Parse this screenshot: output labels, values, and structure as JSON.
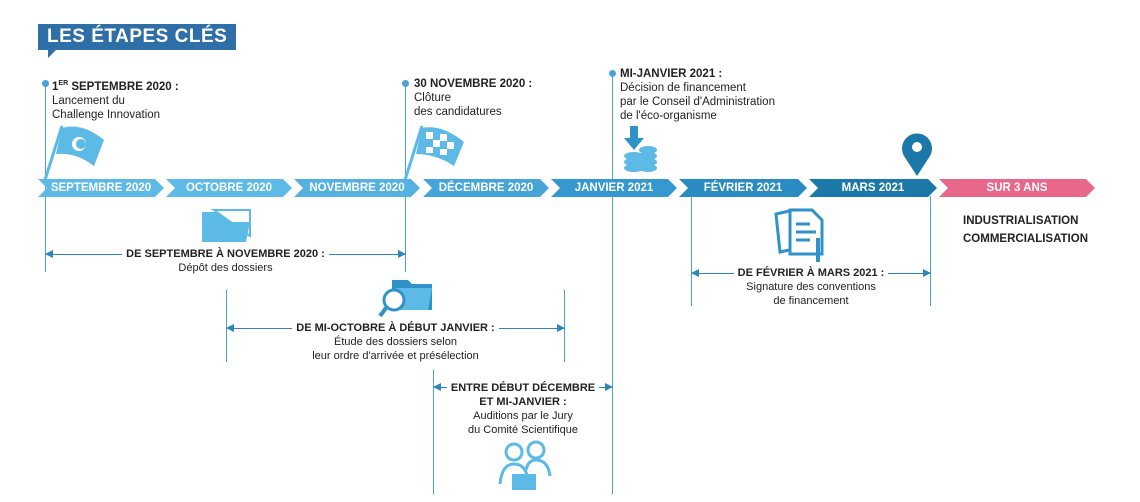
{
  "title": "LES ÉTAPES CLÉS",
  "colors": {
    "light": "#5db9e6",
    "mid": "#2f93c9",
    "dark": "#1c78a8",
    "pink": "#e9678a",
    "title_bg": "#2d6fa6"
  },
  "months": [
    "SEPTEMBRE 2020",
    "OCTOBRE 2020",
    "NOVEMBRE 2020",
    "DÉCEMBRE 2020",
    "JANVIER 2021",
    "FÉVRIER 2021",
    "MARS 2021"
  ],
  "final_period": {
    "label": "SUR 3 ANS",
    "lines": [
      "INDUSTRIALISATION",
      "COMMERCIALISATION"
    ]
  },
  "events": [
    {
      "date_num": "1",
      "date_sup": "ER",
      "date_rest": " SEPTEMBRE 2020 :",
      "lines": [
        "Lancement du",
        "Challenge Innovation"
      ],
      "icon": "flag-icon"
    },
    {
      "date": "30 NOVEMBRE 2020 :",
      "lines": [
        "Clôture",
        "des candidatures"
      ],
      "icon": "checkered-flag-icon"
    },
    {
      "date": "MI-JANVIER 2021 :",
      "lines": [
        "Décision de financement",
        "par le Conseil d'Administration",
        "de l'éco-organisme"
      ],
      "icon": "coins-icon"
    }
  ],
  "ranges": [
    {
      "title": "DE SEPTEMBRE À NOVEMBRE 2020 :",
      "lines": [
        "Dépôt des dossiers"
      ],
      "icon": "folder-icon"
    },
    {
      "title": "DE MI-OCTOBRE À DÉBUT JANVIER :",
      "lines": [
        "Étude des dossiers selon",
        "leur ordre d'arrivée et présélection"
      ],
      "icon": "folder-search-icon"
    },
    {
      "title_lines": [
        "ENTRE DÉBUT DÉCEMBRE",
        "ET MI-JANVIER :"
      ],
      "lines": [
        "Auditions par le Jury",
        "du Comité Scientifique"
      ],
      "icon": "jury-icon"
    },
    {
      "title": "DE FÉVRIER À MARS 2021 :",
      "lines": [
        "Signature des conventions",
        "de financement"
      ],
      "icon": "documents-icon"
    }
  ]
}
